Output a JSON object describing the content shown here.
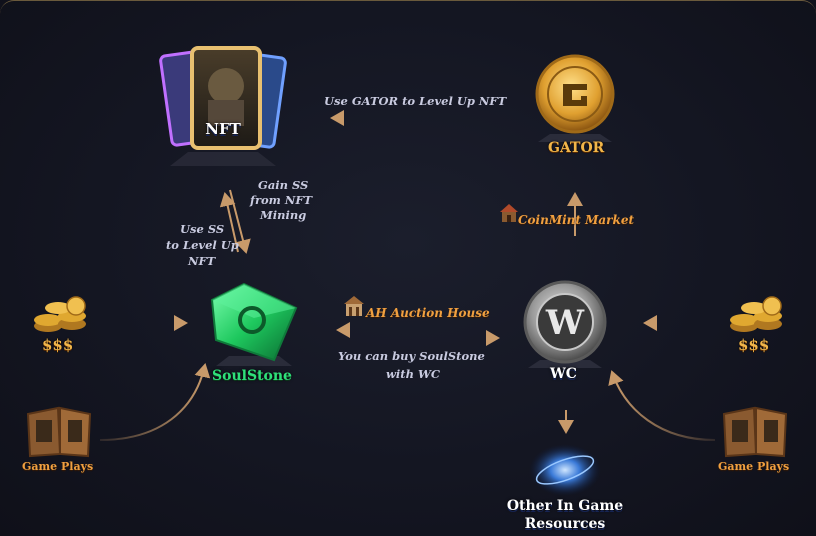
{
  "nodes": {
    "nft": "NFT",
    "gator": "GATOR",
    "soulstone": "SoulStone",
    "wc": "WC",
    "money_left": "$$$",
    "money_right": "$$$",
    "gameplays_left": "Game Plays",
    "gameplays_right": "Game Plays",
    "other": [
      "Other In Game",
      "Resources"
    ]
  },
  "edges": {
    "gator_to_nft": "Use GATOR to Level Up NFT",
    "nft_to_ss": [
      "Gain SS",
      "from NFT",
      "Mining"
    ],
    "ss_to_nft": [
      "Use SS",
      "to Level Up",
      "NFT"
    ],
    "coinmint": "CoinMint Market",
    "auction": "AH Auction House",
    "buy_ss": [
      "You can buy SoulStone",
      "with WC"
    ]
  },
  "colors": {
    "arrow": "#c89a6a",
    "gold_text": "#f1b64a",
    "soulstone_green": "#2fe07a",
    "background": "#141622"
  }
}
